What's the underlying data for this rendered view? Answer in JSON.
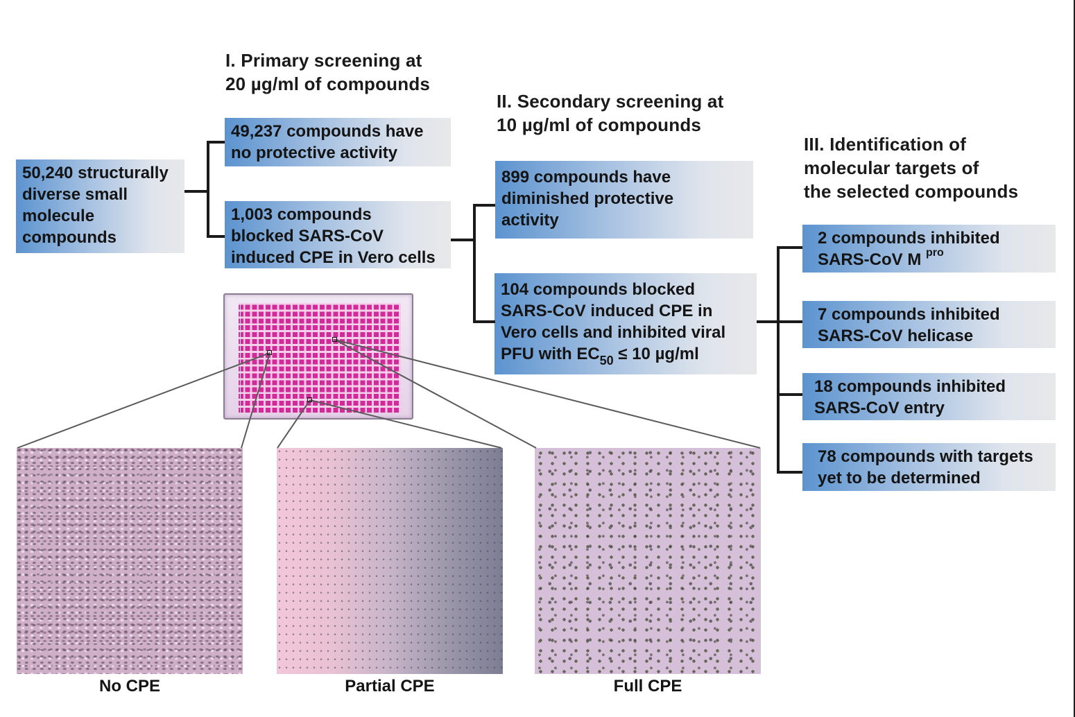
{
  "headings": {
    "primary": "I. Primary screening at\n20 µg/ml of compounds",
    "secondary": "II. Secondary screening at\n10 µg/ml of compounds",
    "identification": "III. Identification of\nmolecular targets of\nthe selected compounds"
  },
  "boxes": {
    "start": "50,240 structurally\ndiverse small\nmolecule\ncompounds",
    "no_activity": "49,237 compounds have\nno protective activity",
    "blocked": "1,003 compounds\nblocked SARS-CoV\ninduced CPE in Vero cells",
    "diminished": "899 compounds have\ndiminished protective\nactivity",
    "inhibited_pfu": {
      "line1": "104 compounds blocked\nSARS-CoV induced CPE in\nVero cells and inhibited viral\nPFU with EC",
      "subscript": "50",
      "line_end": " ≤ 10 µg/ml"
    },
    "mpro": {
      "line1": "2 compounds inhibited\nSARS-CoV M ",
      "superscript": "pro"
    },
    "helicase": "7 compounds inhibited\nSARS-CoV helicase",
    "entry": "18 compounds inhibited\nSARS-CoV entry",
    "undetermined": "78 compounds with targets\nyet to be determined"
  },
  "captions": {
    "no_cpe": "No CPE",
    "partial_cpe": "Partial CPE",
    "full_cpe": "Full CPE"
  },
  "colors": {
    "box_gradient_start": "#5c93cf",
    "box_gradient_end": "#e8e8ea",
    "plate_wells": "#d22a98"
  }
}
